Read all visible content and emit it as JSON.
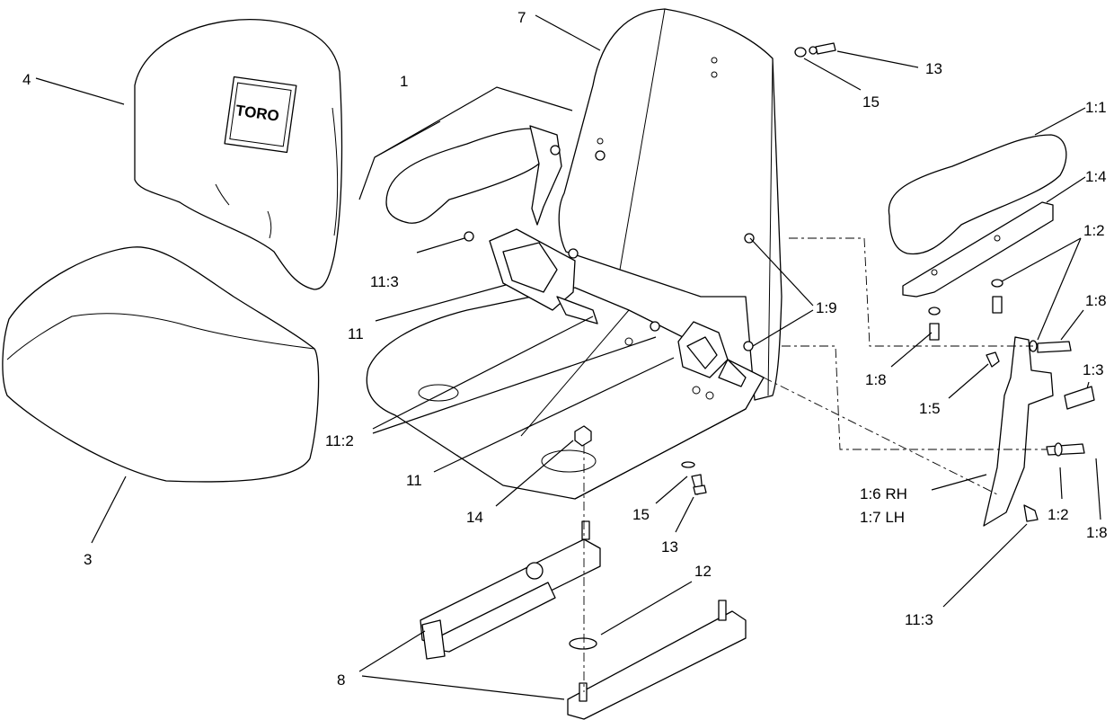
{
  "diagram": {
    "logo_text": "TORO",
    "callouts": {
      "c_4": "4",
      "c_1": "1",
      "c_7": "7",
      "c_13_top": "13",
      "c_15_top": "15",
      "c_1_1": "1:1",
      "c_1_4": "1:4",
      "c_1_2_top": "1:2",
      "c_1_8_top": "1:8",
      "c_1_9": "1:9",
      "c_11_3_left": "11:3",
      "c_11_left": "11",
      "c_11_2": "11:2",
      "c_11_bottom": "11",
      "c_1_8_mid": "1:8",
      "c_1_5": "1:5",
      "c_1_3": "1:3",
      "c_1_6": "1:6 RH",
      "c_1_7": "1:7 LH",
      "c_1_2_bottom": "1:2",
      "c_1_8_bottom": "1:8",
      "c_11_3_right": "11:3",
      "c_14": "14",
      "c_15_bottom": "15",
      "c_13_bottom": "13",
      "c_12": "12",
      "c_3": "3",
      "c_8": "8"
    }
  }
}
